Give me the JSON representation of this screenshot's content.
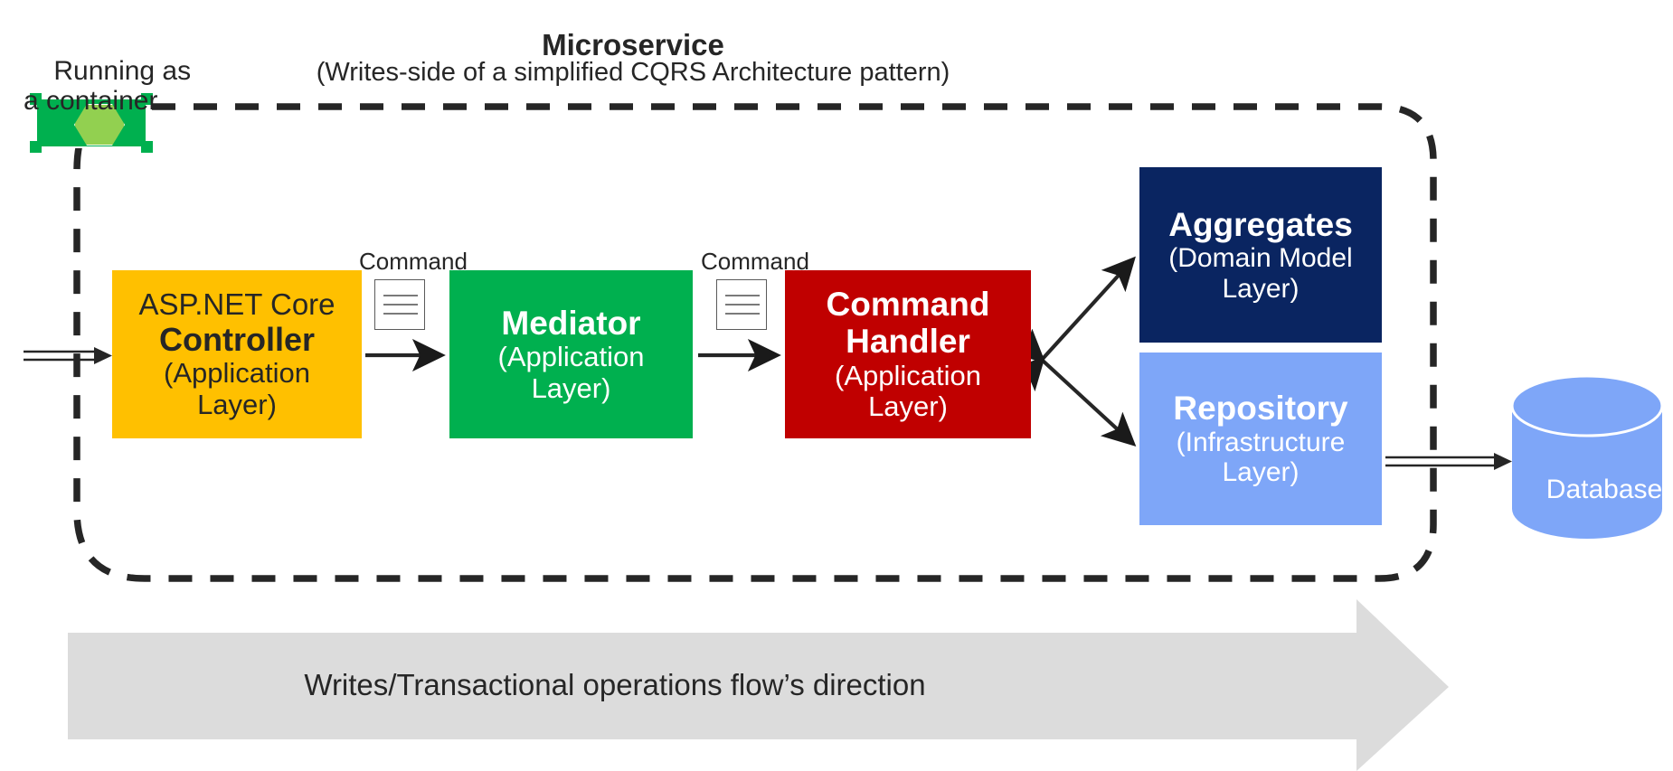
{
  "diagram": {
    "title": "Microservice",
    "subtitle": "(Writes-side of a simplified CQRS Architecture pattern)",
    "container_note": "Running as\na container",
    "boundary_style": "dashed-rounded"
  },
  "nodes": {
    "controller": {
      "pre": "ASP.NET Core",
      "title": "Controller",
      "sub_line1": "(Application",
      "sub_line2": "Layer)",
      "color": "#FFC000",
      "text_color": "#262626"
    },
    "mediator": {
      "title": "Mediator",
      "sub_line1": "(Application",
      "sub_line2": "Layer)",
      "color": "#00B04F",
      "text_color": "#FFFFFF"
    },
    "command_handler": {
      "title_line1": "Command",
      "title_line2": "Handler",
      "sub_line1": "(Application",
      "sub_line2": "Layer)",
      "color": "#C00000",
      "text_color": "#FFFFFF"
    },
    "aggregates": {
      "title": "Aggregates",
      "sub_line1": "(Domain Model",
      "sub_line2": "Layer)",
      "color": "#0A2561",
      "text_color": "#FFFFFF"
    },
    "repository": {
      "title": "Repository",
      "sub_line1": "(Infrastructure",
      "sub_line2": "Layer)",
      "color": "#7EA6F8",
      "text_color": "#FFFFFF"
    },
    "database": {
      "label": "Database",
      "color": "#7EA6F8",
      "text_color": "#FFFFFF",
      "shape": "cylinder"
    }
  },
  "edge_labels": {
    "command_1": "Command",
    "command_2": "Command"
  },
  "icons": {
    "container": "container-hexagon-icon",
    "command_doc_1": "command-document-icon",
    "command_doc_2": "command-document-icon"
  },
  "flow_banner": {
    "label": "Writes/Transactional operations flow’s direction",
    "color": "#DCDCDC",
    "text_color": "#262626",
    "direction": "left-to-right"
  }
}
